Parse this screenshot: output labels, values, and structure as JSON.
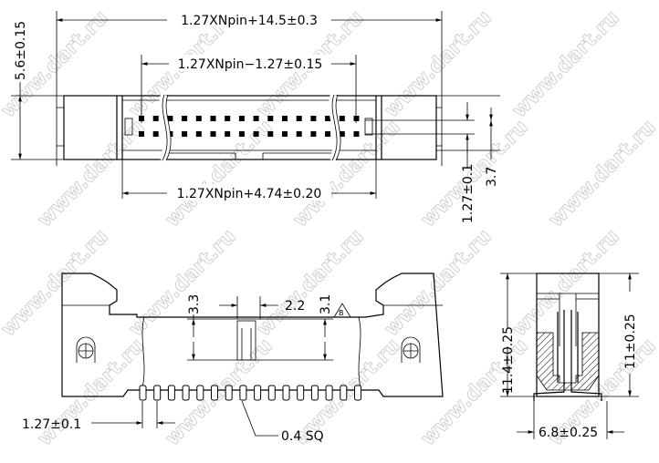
{
  "watermark": "www.dart.ru",
  "top_view": {
    "overall_length": "1.27XNpin+14.5±0.3",
    "pin_span": "1.27XNpin−1.27±0.15",
    "inner_length": "1.27XNpin+4.74±0.20",
    "height": "5.6±0.15",
    "row_pitch": "1.27±0.1",
    "pin_row_offset": "3.7"
  },
  "front_view": {
    "key_depth": "3.3",
    "key_width": "2.2",
    "key_height": "3.1",
    "note_marker": "B",
    "pin_pitch": "1.27±0.1",
    "pin_size": "0.4 SQ"
  },
  "side_view": {
    "overall_height": "11.4±0.25",
    "body_height": "11±0.25",
    "width": "6.8±0.25"
  }
}
